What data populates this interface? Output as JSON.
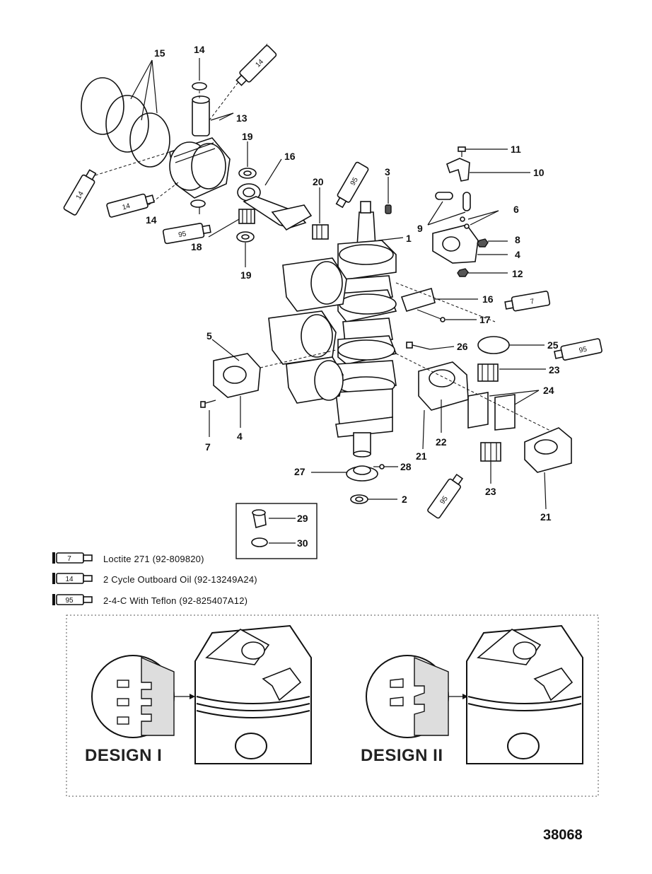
{
  "callouts": [
    {
      "id": "c15",
      "label": "15"
    },
    {
      "id": "c14a",
      "label": "14"
    },
    {
      "id": "c13",
      "label": "13"
    },
    {
      "id": "c19a",
      "label": "19"
    },
    {
      "id": "c16a",
      "label": "16"
    },
    {
      "id": "c14b",
      "label": "14"
    },
    {
      "id": "c18",
      "label": "18"
    },
    {
      "id": "c19b",
      "label": "19"
    },
    {
      "id": "c20",
      "label": "20"
    },
    {
      "id": "c3",
      "label": "3"
    },
    {
      "id": "c1",
      "label": "1"
    },
    {
      "id": "c11",
      "label": "11"
    },
    {
      "id": "c10",
      "label": "10"
    },
    {
      "id": "c9",
      "label": "9"
    },
    {
      "id": "c6",
      "label": "6"
    },
    {
      "id": "c8",
      "label": "8"
    },
    {
      "id": "c4a",
      "label": "4"
    },
    {
      "id": "c12",
      "label": "12"
    },
    {
      "id": "c16b",
      "label": "16"
    },
    {
      "id": "c17",
      "label": "17"
    },
    {
      "id": "c26",
      "label": "26"
    },
    {
      "id": "c25",
      "label": "25"
    },
    {
      "id": "c23a",
      "label": "23"
    },
    {
      "id": "c24",
      "label": "24"
    },
    {
      "id": "c5",
      "label": "5"
    },
    {
      "id": "c7",
      "label": "7"
    },
    {
      "id": "c4b",
      "label": "4"
    },
    {
      "id": "c21a",
      "label": "21"
    },
    {
      "id": "c22",
      "label": "22"
    },
    {
      "id": "c27",
      "label": "27"
    },
    {
      "id": "c28",
      "label": "28"
    },
    {
      "id": "c23b",
      "label": "23"
    },
    {
      "id": "c2",
      "label": "2"
    },
    {
      "id": "c21b",
      "label": "21"
    },
    {
      "id": "c29",
      "label": "29"
    },
    {
      "id": "c30",
      "label": "30"
    }
  ],
  "tubes": [
    {
      "id": "t14a",
      "code": "14"
    },
    {
      "id": "t14b",
      "code": "14"
    },
    {
      "id": "t14c",
      "code": "14"
    },
    {
      "id": "t95a",
      "code": "95"
    },
    {
      "id": "t95b",
      "code": "95"
    },
    {
      "id": "t7",
      "code": "7"
    },
    {
      "id": "t95c",
      "code": "95"
    },
    {
      "id": "t95d",
      "code": "95"
    }
  ],
  "legend": [
    {
      "code": "7",
      "text": "Loctite 271 (92-809820)"
    },
    {
      "code": "14",
      "text": "2 Cycle Outboard Oil (92-13249A24)"
    },
    {
      "code": "95",
      "text": "2-4-C  With Teflon (92-825407A12)"
    }
  ],
  "designs": [
    {
      "label": "DESIGN I"
    },
    {
      "label": "DESIGN II"
    }
  ],
  "figure_number": "38068"
}
